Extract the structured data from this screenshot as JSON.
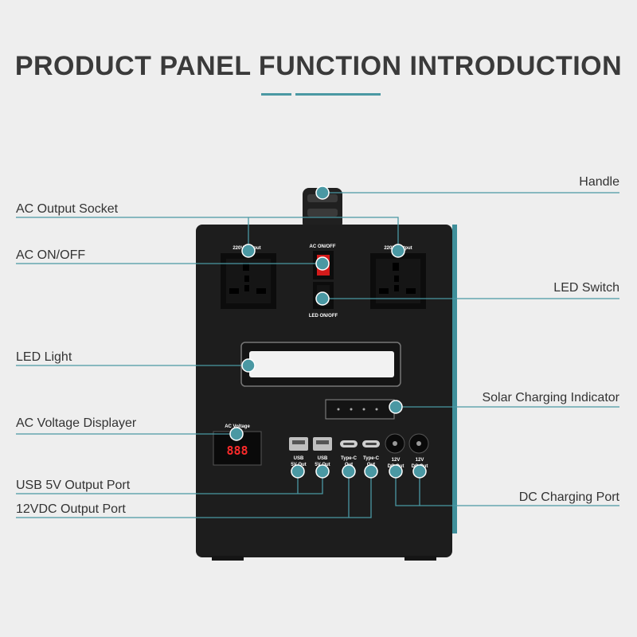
{
  "title": "PRODUCT PANEL FUNCTION INTRODUCTION",
  "accent_color": "#4a98a3",
  "labels": {
    "handle": "Handle",
    "ac_output_socket": "AC Output Socket",
    "ac_on_off": "AC ON/OFF",
    "led_switch": "LED Switch",
    "led_light": "LED Light",
    "solar_charging_indicator": "Solar Charging Indicator",
    "ac_voltage_displayer": "AC Voltage Displayer",
    "usb_5v_output_port": "USB 5V Output Port",
    "dc_charging_port": "DC Charging Port",
    "dc_12v_output_port": "12VDC Output Port"
  },
  "panel": {
    "socket_left": "220V Output",
    "socket_right": "220V Output",
    "ac_switch": "AC ON/OFF",
    "led_switch": "LED ON/OFF",
    "ac_voltage": "AC Voltage",
    "lcd_value": "888",
    "usb1": [
      "USB",
      "5V Out"
    ],
    "usb2": [
      "USB",
      "5V Out"
    ],
    "typec1": [
      "Type-C",
      "Out"
    ],
    "typec2": [
      "Type-C",
      "Out"
    ],
    "dc1": [
      "12V",
      "DC Out"
    ],
    "dc2": [
      "12V",
      "DC Out"
    ]
  }
}
